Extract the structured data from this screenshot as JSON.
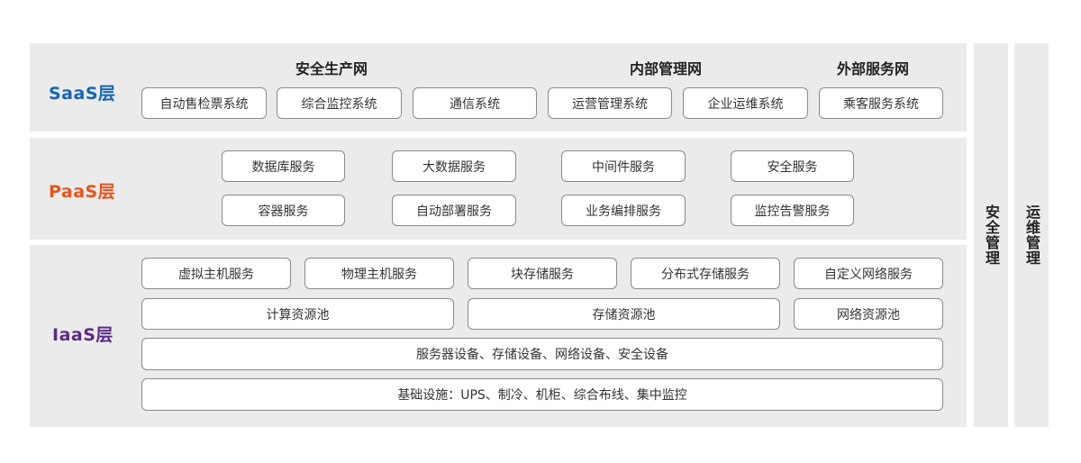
{
  "layers": {
    "saas": {
      "label": "SaaS层",
      "color": "#1565b7",
      "networks": [
        "安全生产网",
        "内部管理网",
        "外部服务网"
      ],
      "systems": [
        "自动售检票系统",
        "综合监控系统",
        "通信系统",
        "运营管理系统",
        "企业运维系统",
        "乘客服务系统"
      ]
    },
    "paas": {
      "label": "PaaS层",
      "color": "#e8541c",
      "row1": [
        "数据库服务",
        "大数据服务",
        "中间件服务",
        "安全服务"
      ],
      "row2": [
        "容器服务",
        "自动部署服务",
        "业务编排服务",
        "监控告警服务"
      ]
    },
    "iaas": {
      "label": "IaaS层",
      "color": "#5b2a86",
      "services": [
        "虚拟主机服务",
        "物理主机服务",
        "块存储服务",
        "分布式存储服务",
        "自定义网络服务"
      ],
      "pools": [
        "计算资源池",
        "存储资源池",
        "网络资源池"
      ],
      "devices": "服务器设备、存储设备、网络设备、安全设备",
      "infrastructure": "基础设施：UPS、制冷、机柜、综合布线、集中监控"
    }
  },
  "side_columns": [
    "安全管理",
    "运维管理"
  ]
}
